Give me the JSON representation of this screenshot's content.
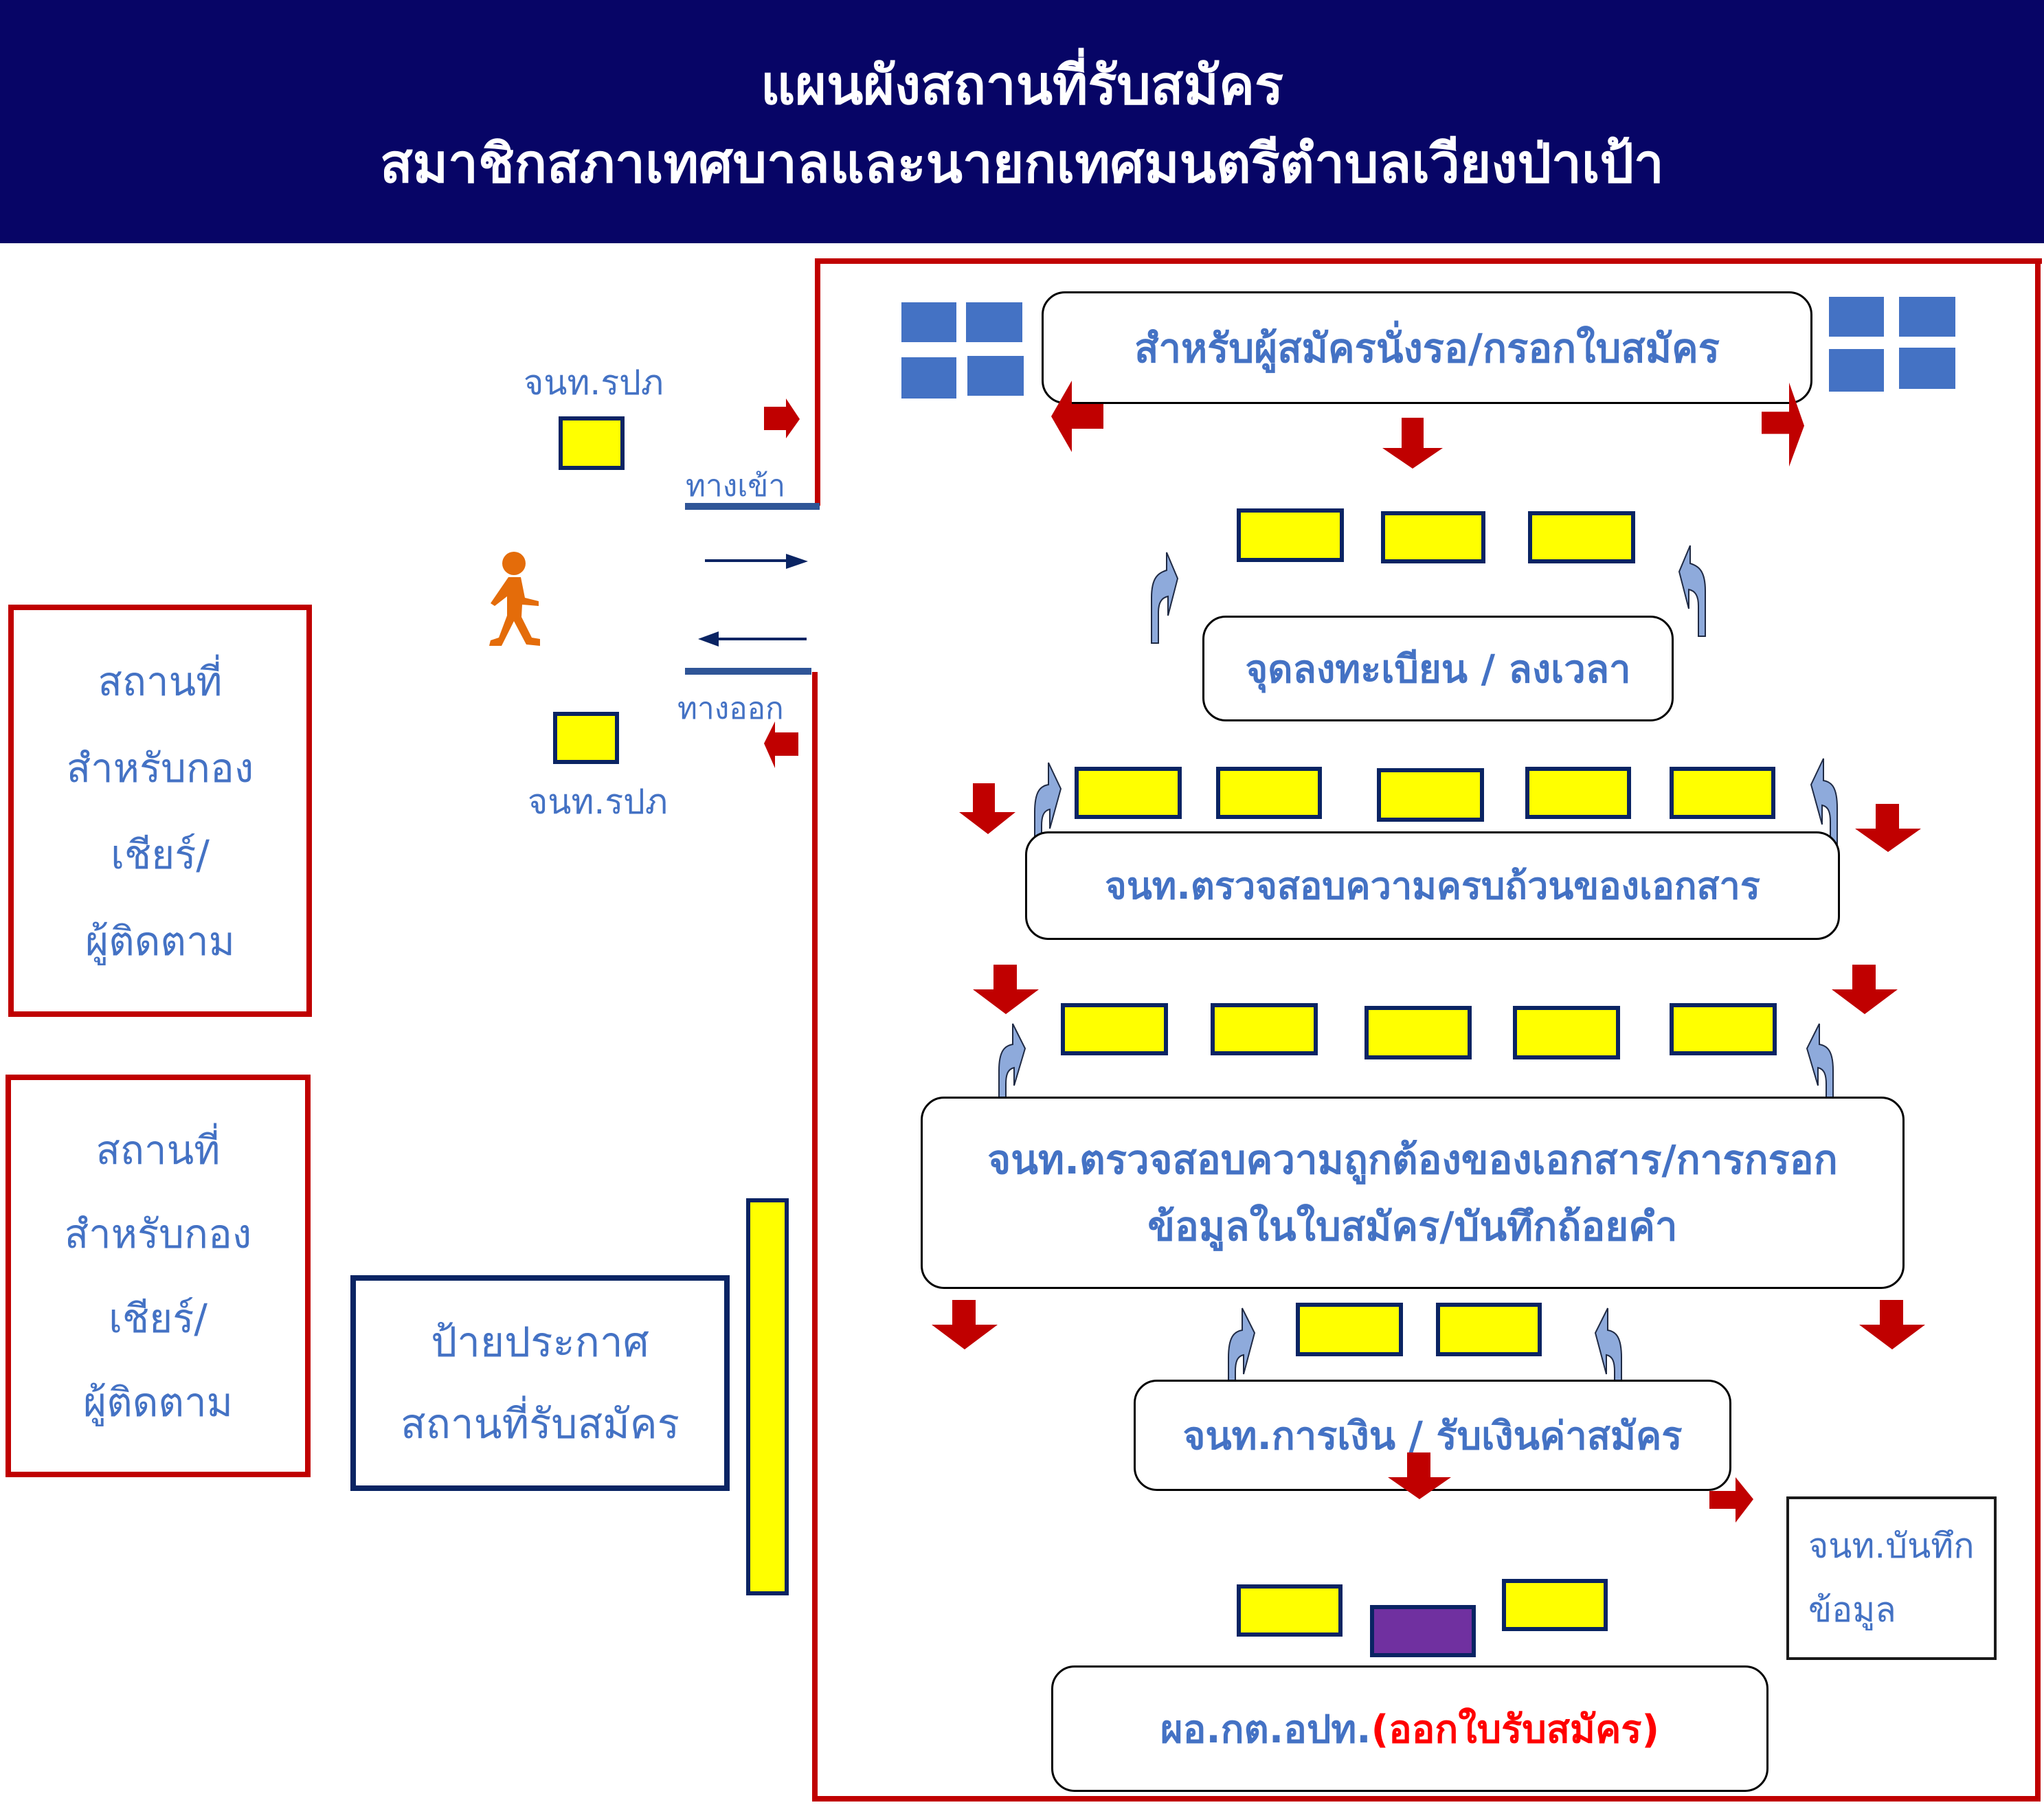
{
  "header": {
    "title_line1": "แผนผังสถานที่รับสมัคร",
    "title_line2": "สมาชิกสภาเทศบาลและนายกเทศมนตรีตำบลเวียงป่าเป้า"
  },
  "entrance": {
    "guard_top_label": "จนท.รปภ",
    "guard_bottom_label": "จนท.รปภ",
    "entry_label": "ทางเข้า",
    "exit_label": "ทางออก",
    "person_icon": "walking-person-icon"
  },
  "left_areas": [
    {
      "lines": [
        "สถานที่",
        "สำหรับกอง",
        "เชียร์/",
        "ผู้ติดตาม"
      ]
    },
    {
      "lines": [
        "สถานที่",
        "สำหรับกอง",
        "เชียร์/",
        "ผู้ติดตาม"
      ]
    }
  ],
  "notice_board": {
    "line1": "ป้ายประกาศ",
    "line2": "สถานที่รับสมัคร"
  },
  "stations": {
    "waiting": "สำหรับผู้สมัครนั่งรอ/กรอกใบสมัคร",
    "registration": "จุดลงทะเบียน / ลงเวลา",
    "completeness_check": "จนท.ตรวจสอบความครบถ้วนของเอกสาร",
    "accuracy_check_line1": "จนท.ตรวจสอบความถูกต้องของเอกสาร/การกรอก",
    "accuracy_check_line2": "ข้อมูลในใบสมัคร/บันทึกถ้อยคำ",
    "finance": "จนท.การเงิน / รับเงินค่าสมัคร",
    "director_prefix": "ผอ.กต.อปท.",
    "director_suffix": "(ออกใบรับสมัคร)",
    "recorder_line1": "จนท.บันทึก",
    "recorder_line2": "ข้อมูล"
  },
  "colors": {
    "header_bg": "#070566",
    "frame_red": "#c00000",
    "text_blue": "#4472c4",
    "desk_yellow": "#ffff00",
    "desk_border": "#0a2463",
    "chair_purple": "#7030a0",
    "person_orange": "#e46c0a",
    "curved_arrow": "#8eaadb",
    "highlight_red": "#ff0000"
  }
}
